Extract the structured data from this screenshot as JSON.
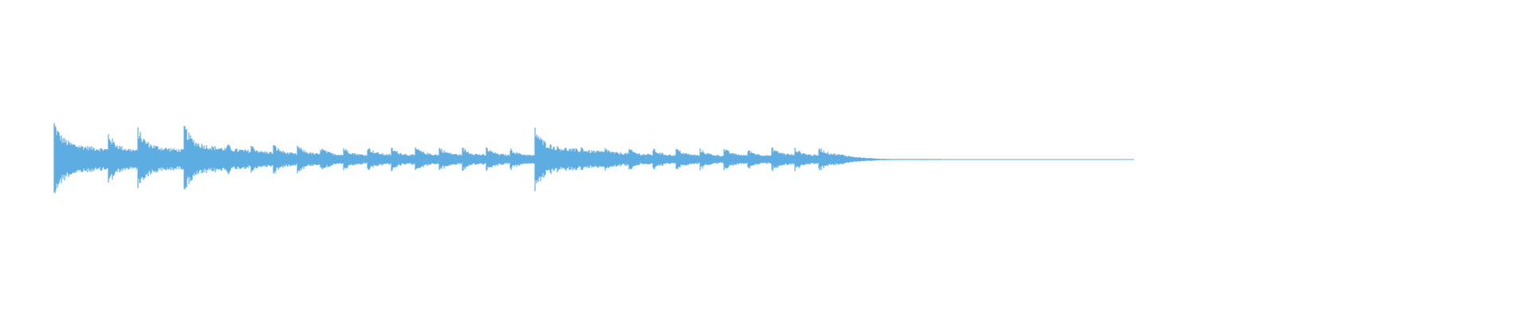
{
  "waveform": {
    "color": "#5dade2",
    "baseline_color": "#5dade2",
    "track_start": 0.0,
    "track_end": 1.0,
    "signal_end": 0.82,
    "onsets": [
      {
        "t": 0.0,
        "amp": 1.0
      },
      {
        "t": 0.05,
        "amp": 0.7
      },
      {
        "t": 0.077,
        "amp": 0.85
      },
      {
        "t": 0.12,
        "amp": 0.95
      },
      {
        "t": 0.16,
        "amp": 0.42
      },
      {
        "t": 0.182,
        "amp": 0.4
      },
      {
        "t": 0.203,
        "amp": 0.4
      },
      {
        "t": 0.225,
        "amp": 0.38
      },
      {
        "t": 0.246,
        "amp": 0.34
      },
      {
        "t": 0.268,
        "amp": 0.32
      },
      {
        "t": 0.29,
        "amp": 0.34
      },
      {
        "t": 0.312,
        "amp": 0.32
      },
      {
        "t": 0.334,
        "amp": 0.34
      },
      {
        "t": 0.356,
        "amp": 0.34
      },
      {
        "t": 0.378,
        "amp": 0.32
      },
      {
        "t": 0.4,
        "amp": 0.32
      },
      {
        "t": 0.422,
        "amp": 0.3
      },
      {
        "t": 0.445,
        "amp": 0.85
      },
      {
        "t": 0.488,
        "amp": 0.34
      },
      {
        "t": 0.51,
        "amp": 0.32
      },
      {
        "t": 0.532,
        "amp": 0.3
      },
      {
        "t": 0.554,
        "amp": 0.3
      },
      {
        "t": 0.576,
        "amp": 0.3
      },
      {
        "t": 0.598,
        "amp": 0.28
      },
      {
        "t": 0.62,
        "amp": 0.3
      },
      {
        "t": 0.642,
        "amp": 0.28
      },
      {
        "t": 0.664,
        "amp": 0.34
      },
      {
        "t": 0.686,
        "amp": 0.3
      },
      {
        "t": 0.708,
        "amp": 0.34
      }
    ]
  }
}
